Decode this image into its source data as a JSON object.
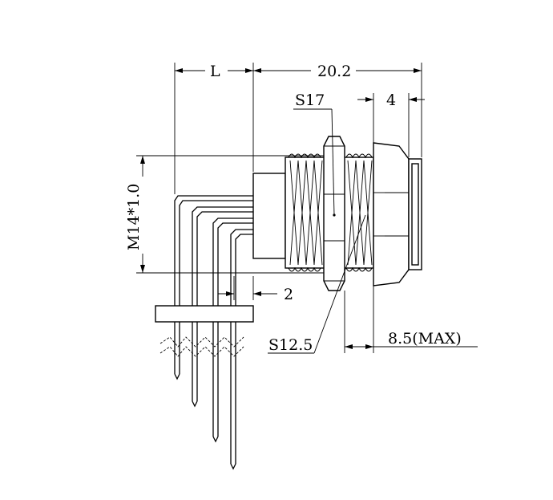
{
  "drawing": {
    "dimensions": {
      "length_L": "L",
      "overall_length": "20.2",
      "flange_thickness": "4",
      "thread_spec": "M14*1.0",
      "pin_offset": "2",
      "hex_nut_large": "S17",
      "hex_nut_small": "S12.5",
      "panel_depth_max": "8.5(MAX)"
    }
  }
}
